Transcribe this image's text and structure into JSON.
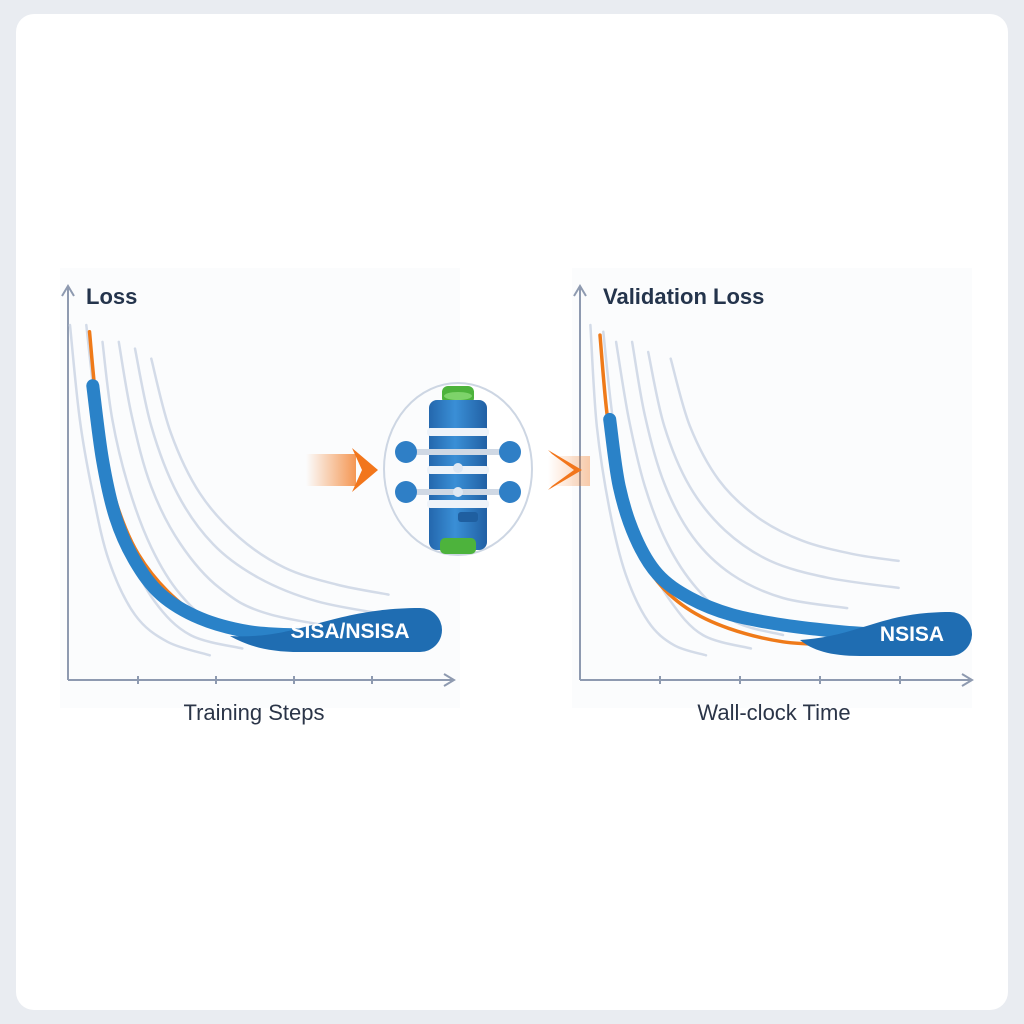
{
  "chart_data": [
    {
      "type": "line",
      "title": "Loss",
      "xlabel": "Training Steps",
      "ylabel": "",
      "xlim": [
        0,
        1
      ],
      "ylim": [
        0,
        1
      ],
      "highlight_label": "SISA/NSISA",
      "series": [
        {
          "style": "background",
          "x": [
            0,
            0.03,
            0.07,
            0.12,
            0.2,
            0.3,
            0.43
          ],
          "y": [
            1.0,
            0.72,
            0.5,
            0.3,
            0.14,
            0.06,
            0.02
          ]
        },
        {
          "style": "background",
          "x": [
            0.05,
            0.08,
            0.12,
            0.18,
            0.26,
            0.37,
            0.53
          ],
          "y": [
            1.0,
            0.75,
            0.52,
            0.33,
            0.18,
            0.08,
            0.04
          ]
        },
        {
          "style": "background",
          "x": [
            0.1,
            0.13,
            0.18,
            0.25,
            0.34,
            0.46,
            0.62
          ],
          "y": [
            0.95,
            0.72,
            0.52,
            0.34,
            0.2,
            0.1,
            0.06
          ]
        },
        {
          "style": "background",
          "x": [
            0.15,
            0.19,
            0.25,
            0.34,
            0.46,
            0.62,
            0.98
          ],
          "y": [
            0.95,
            0.73,
            0.52,
            0.35,
            0.22,
            0.14,
            0.08
          ]
        },
        {
          "style": "background",
          "x": [
            0.2,
            0.25,
            0.33,
            0.44,
            0.58,
            0.76,
            0.98
          ],
          "y": [
            0.93,
            0.7,
            0.5,
            0.35,
            0.25,
            0.18,
            0.14
          ]
        },
        {
          "style": "background",
          "x": [
            0.25,
            0.31,
            0.4,
            0.52,
            0.66,
            0.82,
            0.98
          ],
          "y": [
            0.9,
            0.68,
            0.5,
            0.37,
            0.28,
            0.23,
            0.2
          ]
        },
        {
          "style": "orange",
          "x": [
            0.06,
            0.08,
            0.11,
            0.15,
            0.21,
            0.3,
            0.42,
            0.52
          ],
          "y": [
            0.98,
            0.78,
            0.6,
            0.45,
            0.32,
            0.21,
            0.12,
            0.09
          ]
        },
        {
          "style": "blue",
          "x": [
            0.07,
            0.1,
            0.14,
            0.2,
            0.28,
            0.4,
            0.55,
            0.7
          ],
          "y": [
            0.82,
            0.6,
            0.43,
            0.3,
            0.2,
            0.13,
            0.09,
            0.08
          ]
        }
      ]
    },
    {
      "type": "line",
      "title": "Validation Loss",
      "xlabel": "Wall-clock Time",
      "ylabel": "",
      "xlim": [
        0,
        1
      ],
      "ylim": [
        0,
        1
      ],
      "highlight_label": "NSISA",
      "series": [
        {
          "style": "background",
          "x": [
            0.02,
            0.04,
            0.08,
            0.13,
            0.2,
            0.28,
            0.38
          ],
          "y": [
            1.0,
            0.7,
            0.45,
            0.26,
            0.12,
            0.05,
            0.02
          ]
        },
        {
          "style": "background",
          "x": [
            0.06,
            0.09,
            0.13,
            0.19,
            0.27,
            0.37,
            0.52
          ],
          "y": [
            0.98,
            0.72,
            0.5,
            0.32,
            0.18,
            0.08,
            0.04
          ]
        },
        {
          "style": "background",
          "x": [
            0.1,
            0.14,
            0.19,
            0.26,
            0.35,
            0.47,
            0.62
          ],
          "y": [
            0.95,
            0.72,
            0.52,
            0.35,
            0.22,
            0.12,
            0.08
          ]
        },
        {
          "style": "background",
          "x": [
            0.15,
            0.19,
            0.25,
            0.34,
            0.46,
            0.62,
            0.82
          ],
          "y": [
            0.95,
            0.73,
            0.53,
            0.37,
            0.26,
            0.19,
            0.16
          ]
        },
        {
          "style": "background",
          "x": [
            0.2,
            0.25,
            0.33,
            0.44,
            0.58,
            0.76,
            0.98
          ],
          "y": [
            0.92,
            0.7,
            0.52,
            0.39,
            0.3,
            0.25,
            0.22
          ]
        },
        {
          "style": "background",
          "x": [
            0.27,
            0.33,
            0.42,
            0.54,
            0.68,
            0.84,
            0.98
          ],
          "y": [
            0.9,
            0.7,
            0.54,
            0.43,
            0.36,
            0.32,
            0.3
          ]
        },
        {
          "style": "orange",
          "x": [
            0.05,
            0.07,
            0.1,
            0.15,
            0.22,
            0.32,
            0.45,
            0.62,
            0.8
          ],
          "y": [
            0.97,
            0.75,
            0.55,
            0.38,
            0.25,
            0.16,
            0.1,
            0.06,
            0.05
          ]
        },
        {
          "style": "blue",
          "x": [
            0.08,
            0.11,
            0.16,
            0.23,
            0.33,
            0.46,
            0.62,
            0.8,
            0.95
          ],
          "y": [
            0.72,
            0.52,
            0.37,
            0.26,
            0.19,
            0.14,
            0.11,
            0.09,
            0.08
          ]
        }
      ]
    }
  ],
  "colors": {
    "background_curve": "#d3dbe8",
    "orange": "#ef7a19",
    "blue": "#2a82c8",
    "pill": "#1f6db2",
    "axis": "#8e9ab0",
    "arrow": "#f2761c",
    "module_blue": "#2f7fc6",
    "module_green": "#4db33c"
  },
  "icons": {
    "center": "stacked-module-icon",
    "arrow": "chevron-arrow-icon"
  }
}
